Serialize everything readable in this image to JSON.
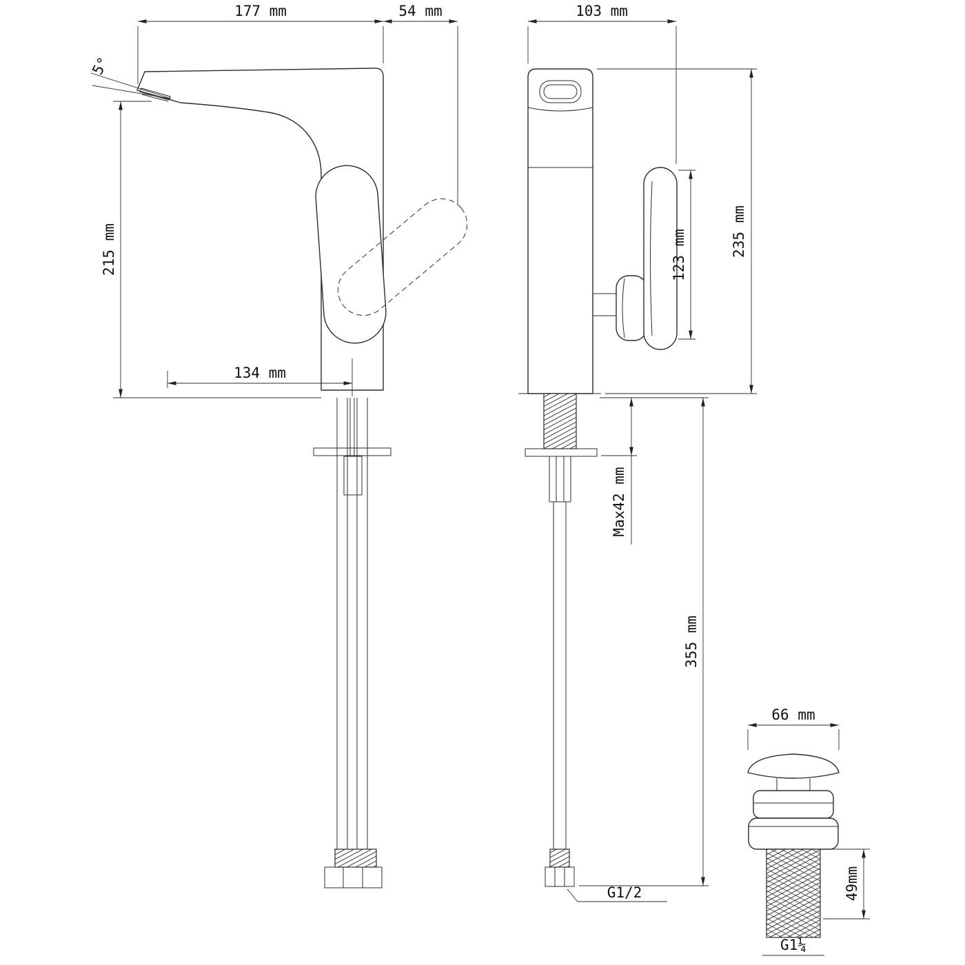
{
  "meta": {
    "drawing_type": "faucet technical dimension drawing",
    "colors": {
      "line": "#2b2b2b",
      "background": "#ffffff",
      "text": "#111111"
    }
  },
  "side": {
    "dim_reach": "177 mm",
    "dim_overhang": "54 mm",
    "angle": "5°",
    "dim_height": "215 mm",
    "dim_outlet_reach": "134 mm"
  },
  "front": {
    "dim_width": "103 mm",
    "dim_handle_height": "123 mm",
    "dim_total_height": "235 mm",
    "dim_max_deck": "Max42 mm",
    "dim_below_deck": "355 mm",
    "inlet_thread": "G1/2"
  },
  "drain": {
    "dim_cap_width": "66 mm",
    "dim_thread_length": "49mm",
    "thread_size": "G1¼"
  }
}
